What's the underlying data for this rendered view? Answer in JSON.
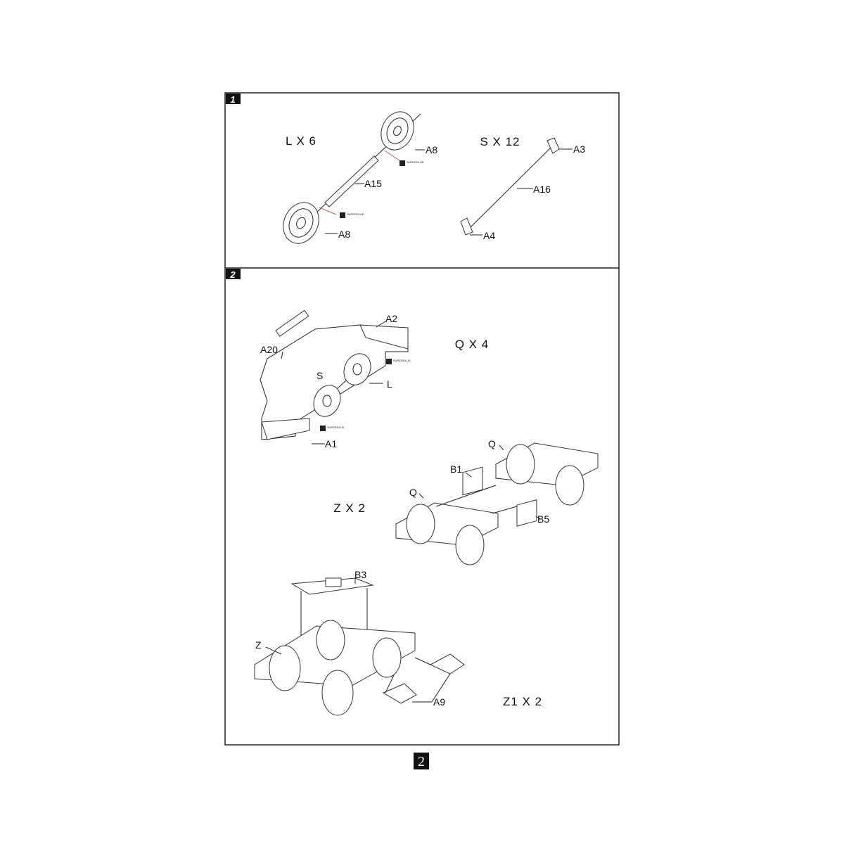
{
  "steps": [
    {
      "number": "1",
      "quantities": [
        "L X 6",
        "S X 12"
      ],
      "part_labels": [
        "A8",
        "A15",
        "A8",
        "A3",
        "A16",
        "A4"
      ]
    },
    {
      "number": "2",
      "quantities": [
        "Q X 4",
        "Z X 2",
        "Z1 X 2"
      ],
      "part_labels": [
        "A2",
        "A20",
        "S",
        "L",
        "A1",
        "Q",
        "B1",
        "Q",
        "B5",
        "B3",
        "Z",
        "A9"
      ]
    }
  ],
  "glue_marker": "SUPERGLUE",
  "page_number": "2",
  "colors": {
    "frame": "#222222",
    "glue_line": "#c06060"
  }
}
